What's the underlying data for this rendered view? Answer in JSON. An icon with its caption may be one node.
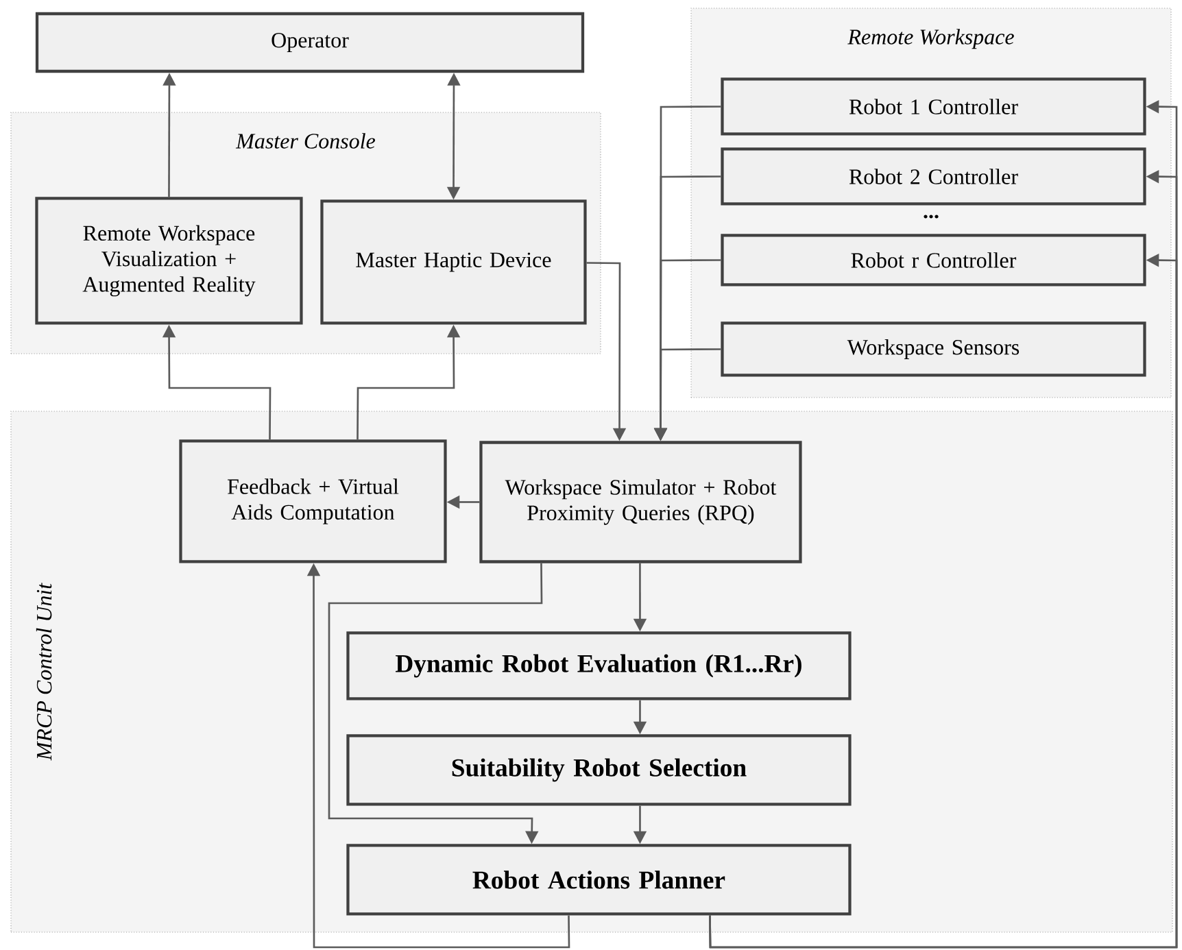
{
  "diagram": {
    "nodes": [
      {
        "text": [
          "Operator"
        ]
      },
      {
        "text": [
          "Master Console"
        ]
      },
      {
        "text": [
          "Remote Workspace Visualization + Augmented Reality"
        ],
        "in": 1
      },
      {
        "text": [
          "Master Haptic Device"
        ],
        "in": 1
      },
      {
        "text": [
          "Remote Workspace"
        ]
      },
      {
        "text": [
          "Robot 1 Controller"
        ],
        "in": 4
      },
      {
        "text": [
          "Robot 2 Controller"
        ],
        "in": 4
      },
      {
        "text": [
          "Robot r Controller"
        ],
        "in": 4
      },
      {
        "text": [
          "Workspace Sensors"
        ],
        "in": 4
      },
      {
        "text": [
          "MRCP Control Unit"
        ]
      },
      {
        "text": [
          "Feedback + Virtual Aids Computation"
        ],
        "in": 9
      },
      {
        "text": [
          "Workspace Simulator + Robot Proximity Queries (RPQ)"
        ],
        "in": 9
      },
      {
        "text": [
          "Dynamic Robot Evaluation (R1...Rr)"
        ],
        "in": 9
      },
      {
        "text": [
          "Suitability Robot Selection"
        ],
        "in": 9
      },
      {
        "text": [
          "Robot Actions Planner"
        ],
        "in": 9
      }
    ],
    "edges": [
      {
        "from": 2,
        "to": 0,
        "arrow": "to"
      },
      {
        "from": 3,
        "to": 0,
        "arrow": "both"
      },
      {
        "from": 10,
        "to": 2,
        "arrow": "to"
      },
      {
        "from": 10,
        "to": 3,
        "arrow": "to"
      },
      {
        "from": 3,
        "to": 11,
        "arrow": "to"
      },
      {
        "from": 5,
        "to": 11,
        "arrow": "to"
      },
      {
        "from": 6,
        "to": 11,
        "arrow": "to"
      },
      {
        "from": 7,
        "to": 11,
        "arrow": "to"
      },
      {
        "from": 8,
        "to": 11,
        "arrow": "to"
      },
      {
        "from": 11,
        "to": 10,
        "arrow": "to"
      },
      {
        "from": 11,
        "to": 12,
        "arrow": "to"
      },
      {
        "from": 12,
        "to": 13,
        "arrow": "to"
      },
      {
        "from": 13,
        "to": 14,
        "arrow": "to"
      },
      {
        "from": 11,
        "to": 14,
        "arrow": "to"
      },
      {
        "from": 14,
        "to": 10,
        "arrow": "to"
      },
      {
        "from": 14,
        "to": 5,
        "arrow": "to"
      },
      {
        "from": 14,
        "to": 6,
        "arrow": "to"
      },
      {
        "from": 14,
        "to": 7,
        "arrow": "to"
      }
    ],
    "labels": [
      "..."
    ]
  }
}
